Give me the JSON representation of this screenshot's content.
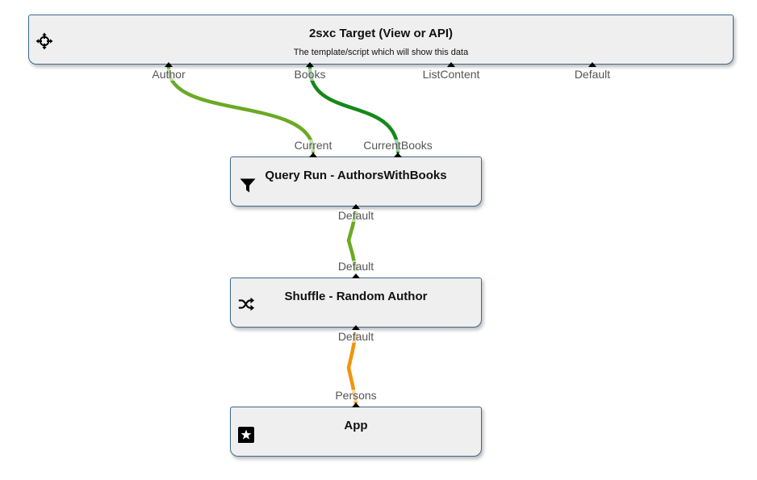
{
  "nodes": {
    "target": {
      "title": "2sxc Target (View or API)",
      "subtitle": "The template/script which will show this data",
      "icon": "crosshair-icon"
    },
    "query": {
      "title": "Query Run - AuthorsWithBooks",
      "icon": "filter-icon"
    },
    "shuffle": {
      "title": "Shuffle - Random Author",
      "icon": "shuffle-icon"
    },
    "app": {
      "title": "App",
      "icon": "star-app-icon"
    }
  },
  "ports": {
    "target_in": [
      "Author",
      "Books",
      "ListContent",
      "Default"
    ],
    "query_in": [
      "Current",
      "CurrentBooks"
    ],
    "query_out": "Default",
    "shuffle_in": "Default",
    "shuffle_out": "Default",
    "app_out": "Persons"
  },
  "connections": [
    {
      "from": "query.Current",
      "to": "target.Author",
      "color": "#6aaa24"
    },
    {
      "from": "query.CurrentBooks",
      "to": "target.Books",
      "color": "#15891a"
    },
    {
      "from": "shuffle.Default",
      "to": "query.Default",
      "color": "#6aaa24"
    },
    {
      "from": "app.Persons",
      "to": "shuffle.Default",
      "color": "#f2940f"
    }
  ],
  "colors": {
    "node_border": "#3f6a8a",
    "node_bg": "#efefef"
  }
}
